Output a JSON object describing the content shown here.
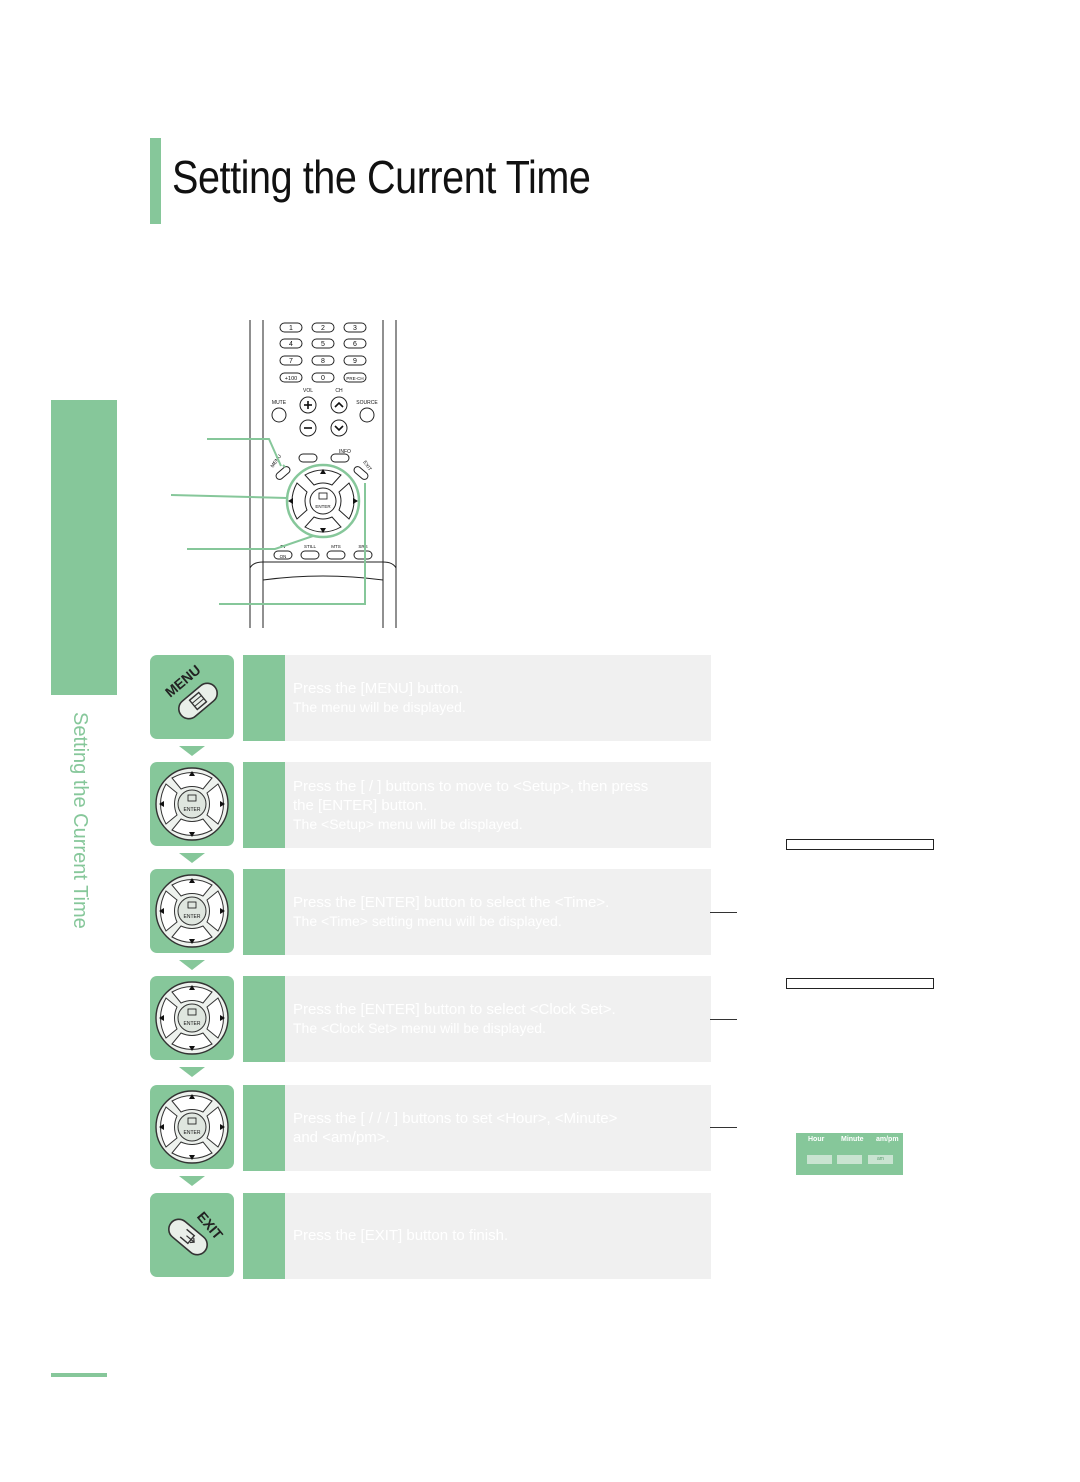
{
  "page": {
    "title": "Setting the Current Time",
    "side_label": "Setting the Current Time"
  },
  "remote": {
    "number_keys": [
      "1",
      "2",
      "3",
      "4",
      "5",
      "6",
      "7",
      "8",
      "9",
      "+100",
      "0",
      "PRE-CH"
    ],
    "vol_label": "VOL",
    "ch_label": "CH",
    "mute_label": "MUTE",
    "source_label": "SOURCE",
    "menu_label": "MENU",
    "info_label": "INFO",
    "exit_label": "EXIT",
    "enter_label": "ENTER",
    "tv_label": "TV",
    "on_label": "ON",
    "still_label": "STILL",
    "mts_label": "MTS",
    "srs_label": "SRS"
  },
  "steps": [
    {
      "icon": "menu-button-icon",
      "icon_text": "MENU",
      "line1": "Press the [MENU] button.",
      "line2": "The menu will be displayed.",
      "line3": ""
    },
    {
      "icon": "enter-dpad-icon",
      "icon_text": "ENTER",
      "line1": "Press the [ / ] buttons to move to <Setup>, then press",
      "line2": "the [ENTER] button.",
      "line3": "The <Setup> menu will be displayed."
    },
    {
      "icon": "enter-dpad-icon",
      "icon_text": "ENTER",
      "line1": "Press the [ENTER] button to select the <Time>.",
      "line2": "The <Time> setting menu will be displayed.",
      "line3": ""
    },
    {
      "icon": "enter-dpad-icon",
      "icon_text": "ENTER",
      "line1": "Press the [ENTER] button to select <Clock Set>.",
      "line2": "The <Clock Set> menu will be displayed.",
      "line3": ""
    },
    {
      "icon": "enter-dpad-icon",
      "icon_text": "ENTER",
      "line1": "Press the [ / / / ] buttons to set <Hour>, <Minute>",
      "line2": "and <am/pm>.",
      "line3": ""
    },
    {
      "icon": "exit-button-icon",
      "icon_text": "EXIT",
      "line1": "Press the [EXIT] button to finish.",
      "line2": "",
      "line3": ""
    }
  ],
  "osd_clock": {
    "hour_label": "Hour",
    "minute_label": "Minute",
    "ampm_label": "am/pm",
    "ampm_value": "am"
  },
  "colors": {
    "accent": "#86c79a",
    "step_box": "#f0f0f0"
  }
}
